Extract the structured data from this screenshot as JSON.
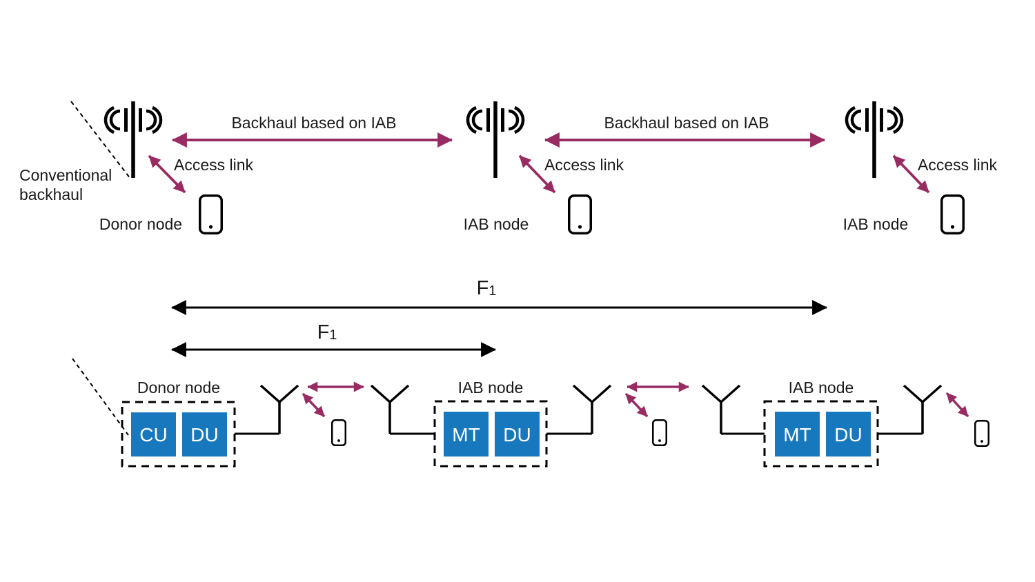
{
  "colors": {
    "background": "#ffffff",
    "link_purple": "#992b63",
    "unit_blue": "#1878be",
    "line_black": "#000000",
    "unit_text": "#ffffff",
    "text": "#1a1a1a"
  },
  "top_row": {
    "conventional_backhaul": {
      "line1": "Conventional",
      "line2": "backhaul"
    },
    "backhaul_arrows": [
      {
        "label": "Backhaul based on IAB"
      },
      {
        "label": "Backhaul based on IAB"
      }
    ],
    "nodes": [
      {
        "label": "Donor node",
        "access_link_label": "Access link"
      },
      {
        "label": "IAB node",
        "access_link_label": "Access link"
      },
      {
        "label": "IAB node",
        "access_link_label": "Access link"
      }
    ]
  },
  "f1_spans": {
    "long": {
      "symbol": "F",
      "subscript": "1"
    },
    "short": {
      "symbol": "F",
      "subscript": "1"
    }
  },
  "bottom_row": {
    "donor_node": {
      "label": "Donor node",
      "units": [
        "CU",
        "DU"
      ]
    },
    "iab_nodes": [
      {
        "label": "IAB node",
        "units": [
          "MT",
          "DU"
        ]
      },
      {
        "label": "IAB node",
        "units": [
          "MT",
          "DU"
        ]
      }
    ]
  }
}
